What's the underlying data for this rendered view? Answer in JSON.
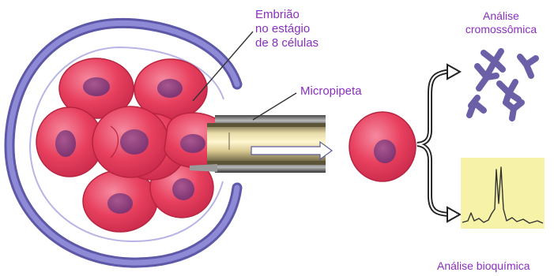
{
  "labels": {
    "embryo": [
      "Embrião",
      "no estágio",
      "de 8 células"
    ],
    "micropipette": "Micropipeta",
    "chromosomal_analysis": [
      "Análise",
      "cromossômica"
    ],
    "biochemical_analysis": "Análise bioquímica"
  },
  "colors": {
    "label_text": "#8a2fbf",
    "zona_pellucida": "#7e79c8",
    "cell_fill": "#e8405e",
    "cell_edge": "#c22a4a",
    "nucleus": "#8e3f7d",
    "pipette": "#c9b67a",
    "chromosome": "#6b5fa8",
    "chart_bg": "#f6f2a8"
  }
}
